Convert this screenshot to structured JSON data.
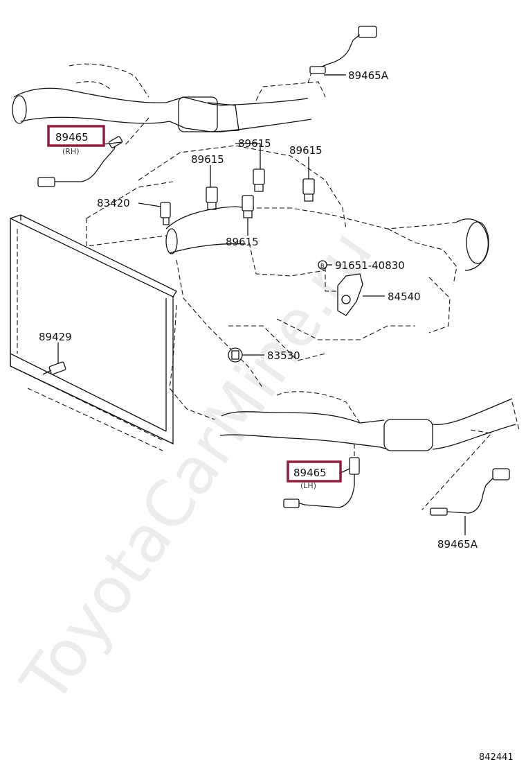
{
  "watermark": "ToyotaCarMine.ru",
  "highlight_color": "#8e1f3c",
  "callouts": {
    "o2_sensor_rh": "89465",
    "o2_sensor_rh_side": "(RH)",
    "o2_sensor_rh_rear": "89465A",
    "knock_sensor_top_center": "89615",
    "knock_sensor_top_left": "89615",
    "knock_sensor_top_right": "89615",
    "knock_sensor_bottom": "89615",
    "oil_pressure_switch": "83420",
    "bolt": "91651-40830",
    "position_sensor": "84540",
    "water_temp_sensor": "89429",
    "temp_gauge_sender": "83530",
    "o2_sensor_lh": "89465",
    "o2_sensor_lh_side": "(LH)",
    "o2_sensor_lh_rear": "89465A"
  },
  "diagram_id": "842441",
  "icons": [
    "bolt-marker-icon"
  ]
}
